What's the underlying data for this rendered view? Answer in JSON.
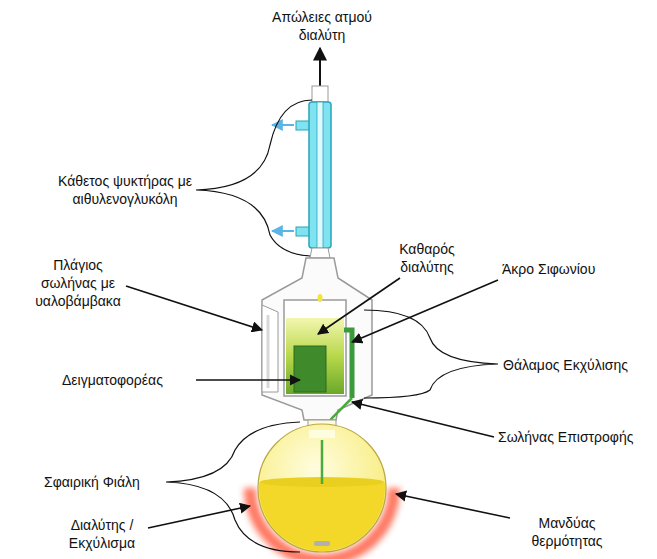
{
  "diagram": {
    "labels": [
      "Απώλειες ατμού διαλύτη",
      "Κάθετος ψυκτήρας με αιθυλενογλυκόλη",
      "Πλάγιος σωλήνας με υαλοβάμβακα",
      "Καθαρός διαλύτης",
      "Άκρο Σιφωνίου",
      "Θάλαμος Εκχύλισης",
      "Δειγματοφορέας",
      "Σωλήνας Επιστροφής",
      "Σφαιρική Φιάλη",
      "Διαλύτης / Εκχύλισμα",
      "Μανδύας θερμότητας"
    ]
  }
}
